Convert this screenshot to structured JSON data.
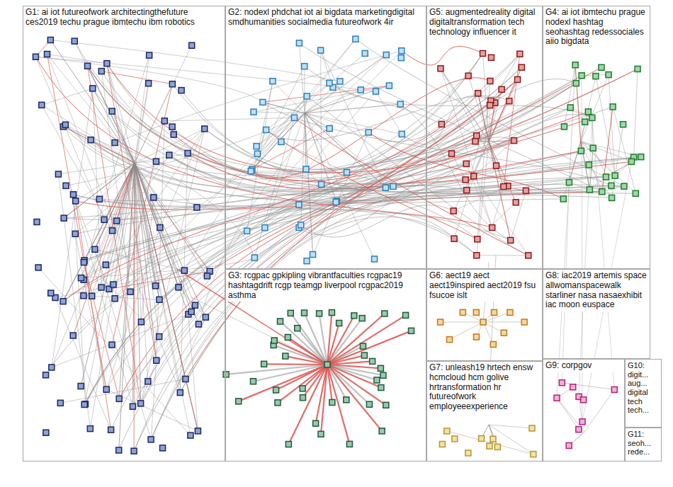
{
  "diagram": {
    "nodes": [
      {
        "text": [
          "G1: ai iot futureofwork architectingthefuture ces2019 techu prague ibmtechu ibm robotics"
        ]
      },
      {
        "text": [
          "G2: nodexl phdchat iot ai bigdata marketingdigital smdhumanities socialmedia futureofwork 4ir"
        ]
      },
      {
        "text": [
          "G5: augmentedreality digital digitaltransformation tech technology influencer it"
        ]
      },
      {
        "text": [
          "G4: ai iot ibmtechu prague nodexl hashtag seohashtag redessociales aiio bigdata"
        ]
      },
      {
        "text": [
          "G3: rcgpac gpkipling vibrantfaculties rcgpac19 hashtagdrift rcgp teamgp liverpool rcgpac2019 asthma"
        ]
      },
      {
        "text": [
          "G6: aect19 aect aect19inspired aect2019 fsu fsucoe islt"
        ]
      },
      {
        "text": [
          "G8: iac2019 artemis space allwomanspacewalk starliner nasa nasaexhibit iac moon euspace"
        ]
      },
      {
        "text": [
          "G7: unleash19 hrtech ensw hcmcloud hcm golive hrtransformation hr futureofwork employeeexperience"
        ]
      },
      {
        "text": [
          "G9: corpgov"
        ]
      },
      {
        "text": [
          "G10: digit... aug... digital tech tech..."
        ]
      },
      {
        "text": [
          "G11: seoh... rede..."
        ]
      }
    ]
  }
}
